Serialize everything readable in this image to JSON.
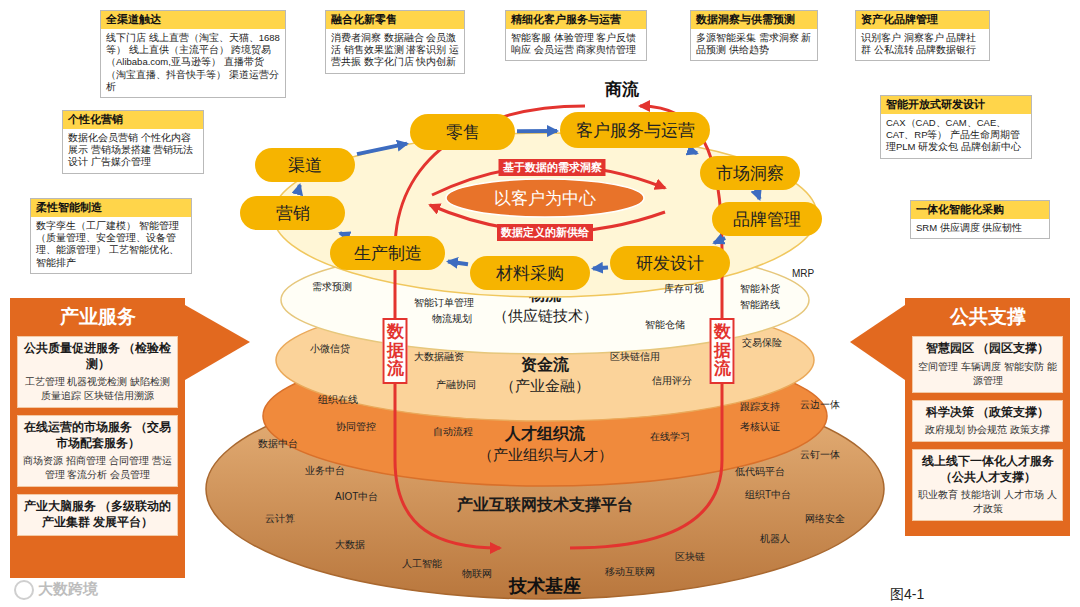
{
  "diagram": {
    "nodes": [
      {
        "text": [
          "全渠道触达",
          "线下门店 线上直营（淘宝、天猫、1688等） 线上直供（主流平台） 跨境贸易（Alibaba.com,亚马逊等） 直播带货（淘宝直播、抖音快手等） 渠道运营分析"
        ]
      },
      {
        "text": [
          "融合化新零售",
          "消费者洞察 数据融合 会员激活 销售效果监测 潜客识别 运营共振 数字化门店 快内创新"
        ]
      },
      {
        "text": [
          "精细化客户服务与运营",
          "智能客服 体验管理 客户反馈响应 会员运营 商家舆情管理"
        ]
      },
      {
        "text": [
          "数据洞察与供需预测",
          "多源智能采集 需求洞察 新品预测 供给趋势"
        ]
      },
      {
        "text": [
          "资产化品牌管理",
          "识别客户 洞察客户 品牌社群 公私流转 品牌数据银行"
        ]
      },
      {
        "text": [
          "个性化营销",
          "数据化会员营销 个性化内容展示 营销场景搭建 营销玩法设计 广告媒介管理"
        ]
      },
      {
        "text": [
          "智能开放式研发设计",
          "CAX（CAD、CAM、CAE、CAT、RP等） 产品生命周期管理PLM 研发众包 品牌创新中心"
        ]
      },
      {
        "text": [
          "柔性智能制造",
          "数字孪生（工厂建模） 智能管理（质量管理、安全管理、设备管理、能源管理） 工艺智能优化、智能排产"
        ]
      },
      {
        "text": [
          "一体化智能化采购",
          "SRM 供应调度 供应韧性"
        ]
      },
      {
        "text": [
          "零售"
        ]
      },
      {
        "text": [
          "客户服务与运营"
        ]
      },
      {
        "text": [
          "市场洞察"
        ]
      },
      {
        "text": [
          "品牌管理"
        ]
      },
      {
        "text": [
          "研发设计"
        ]
      },
      {
        "text": [
          "材料采购"
        ]
      },
      {
        "text": [
          "生产制造"
        ]
      },
      {
        "text": [
          "营销"
        ]
      },
      {
        "text": [
          "渠道"
        ]
      },
      {
        "text": [
          "以客户为中心"
        ]
      },
      {
        "text": [
          "物流",
          "（供应链技术）"
        ]
      },
      {
        "text": [
          "资金流",
          "（产业金融）"
        ]
      },
      {
        "text": [
          "人才组织流",
          "（产业组织与人才）"
        ]
      },
      {
        "text": [
          "产业互联网技术支撑平台"
        ]
      },
      {
        "text": [
          "产业服务"
        ]
      },
      {
        "text": [
          "公共质量促进服务 （检验检测）",
          "工艺管理 机器视觉检测 缺陷检测 质量追踪 区块链信用溯源"
        ],
        "in": 23
      },
      {
        "text": [
          "在线运营的市场服务 （交易市场配套服务）",
          "商场资源 招商管理 合同管理 营运管理 客流分析 会员管理"
        ],
        "in": 23
      },
      {
        "text": [
          "产业大脑服务 （多级联动的产业集群 发展平台）"
        ],
        "in": 23
      },
      {
        "text": [
          "公共支撑"
        ]
      },
      {
        "text": [
          "智慧园区 （园区支撑）",
          "空间管理 车辆调度 智能安防 能源管理"
        ],
        "in": 27
      },
      {
        "text": [
          "科学决策 （政策支撑）",
          "政府规划 协会规范 政策支撑"
        ],
        "in": 27
      },
      {
        "text": [
          "线上线下一体化人才服务 （公共人才支撑）",
          "职业教育 技能培训 人才市场 人才政策"
        ],
        "in": 27
      }
    ],
    "edges": [
      {
        "from": 9,
        "to": 10,
        "arrow": "to"
      },
      {
        "from": 10,
        "to": 11,
        "arrow": "to"
      },
      {
        "from": 11,
        "to": 12,
        "arrow": "to"
      },
      {
        "from": 12,
        "to": 13,
        "arrow": "to"
      },
      {
        "from": 13,
        "to": 14,
        "arrow": "to"
      },
      {
        "from": 14,
        "to": 15,
        "arrow": "to"
      },
      {
        "from": 15,
        "to": 16,
        "arrow": "to"
      },
      {
        "from": 16,
        "to": 17,
        "arrow": "to"
      },
      {
        "from": 17,
        "to": 9,
        "arrow": "to"
      }
    ],
    "labels": [
      "商流",
      "基于数据的需求洞察",
      "数据定义的新供给",
      "数据流",
      "数据流",
      "需求预测",
      "智能订单管理",
      "物流规划",
      "库存可视",
      "智能补货",
      "MRP",
      "智能路线",
      "智能仓储",
      "小微信贷",
      "大数据融资",
      "产融协同",
      "区块链信用",
      "交易保险",
      "信用评分",
      "组织在线",
      "协同管控",
      "自动流程",
      "在线学习",
      "考核认证",
      "跟踪支持",
      "云边一体",
      "数据中台",
      "业务中台",
      "AIOT中台",
      "组织T中台",
      "低代码平台",
      "云钉一体",
      "云计算",
      "大数据",
      "人工智能",
      "物联网",
      "移动互联网",
      "区块链",
      "机器人",
      "网络安全",
      "技术基座",
      "图4-1",
      "大数跨境"
    ]
  }
}
